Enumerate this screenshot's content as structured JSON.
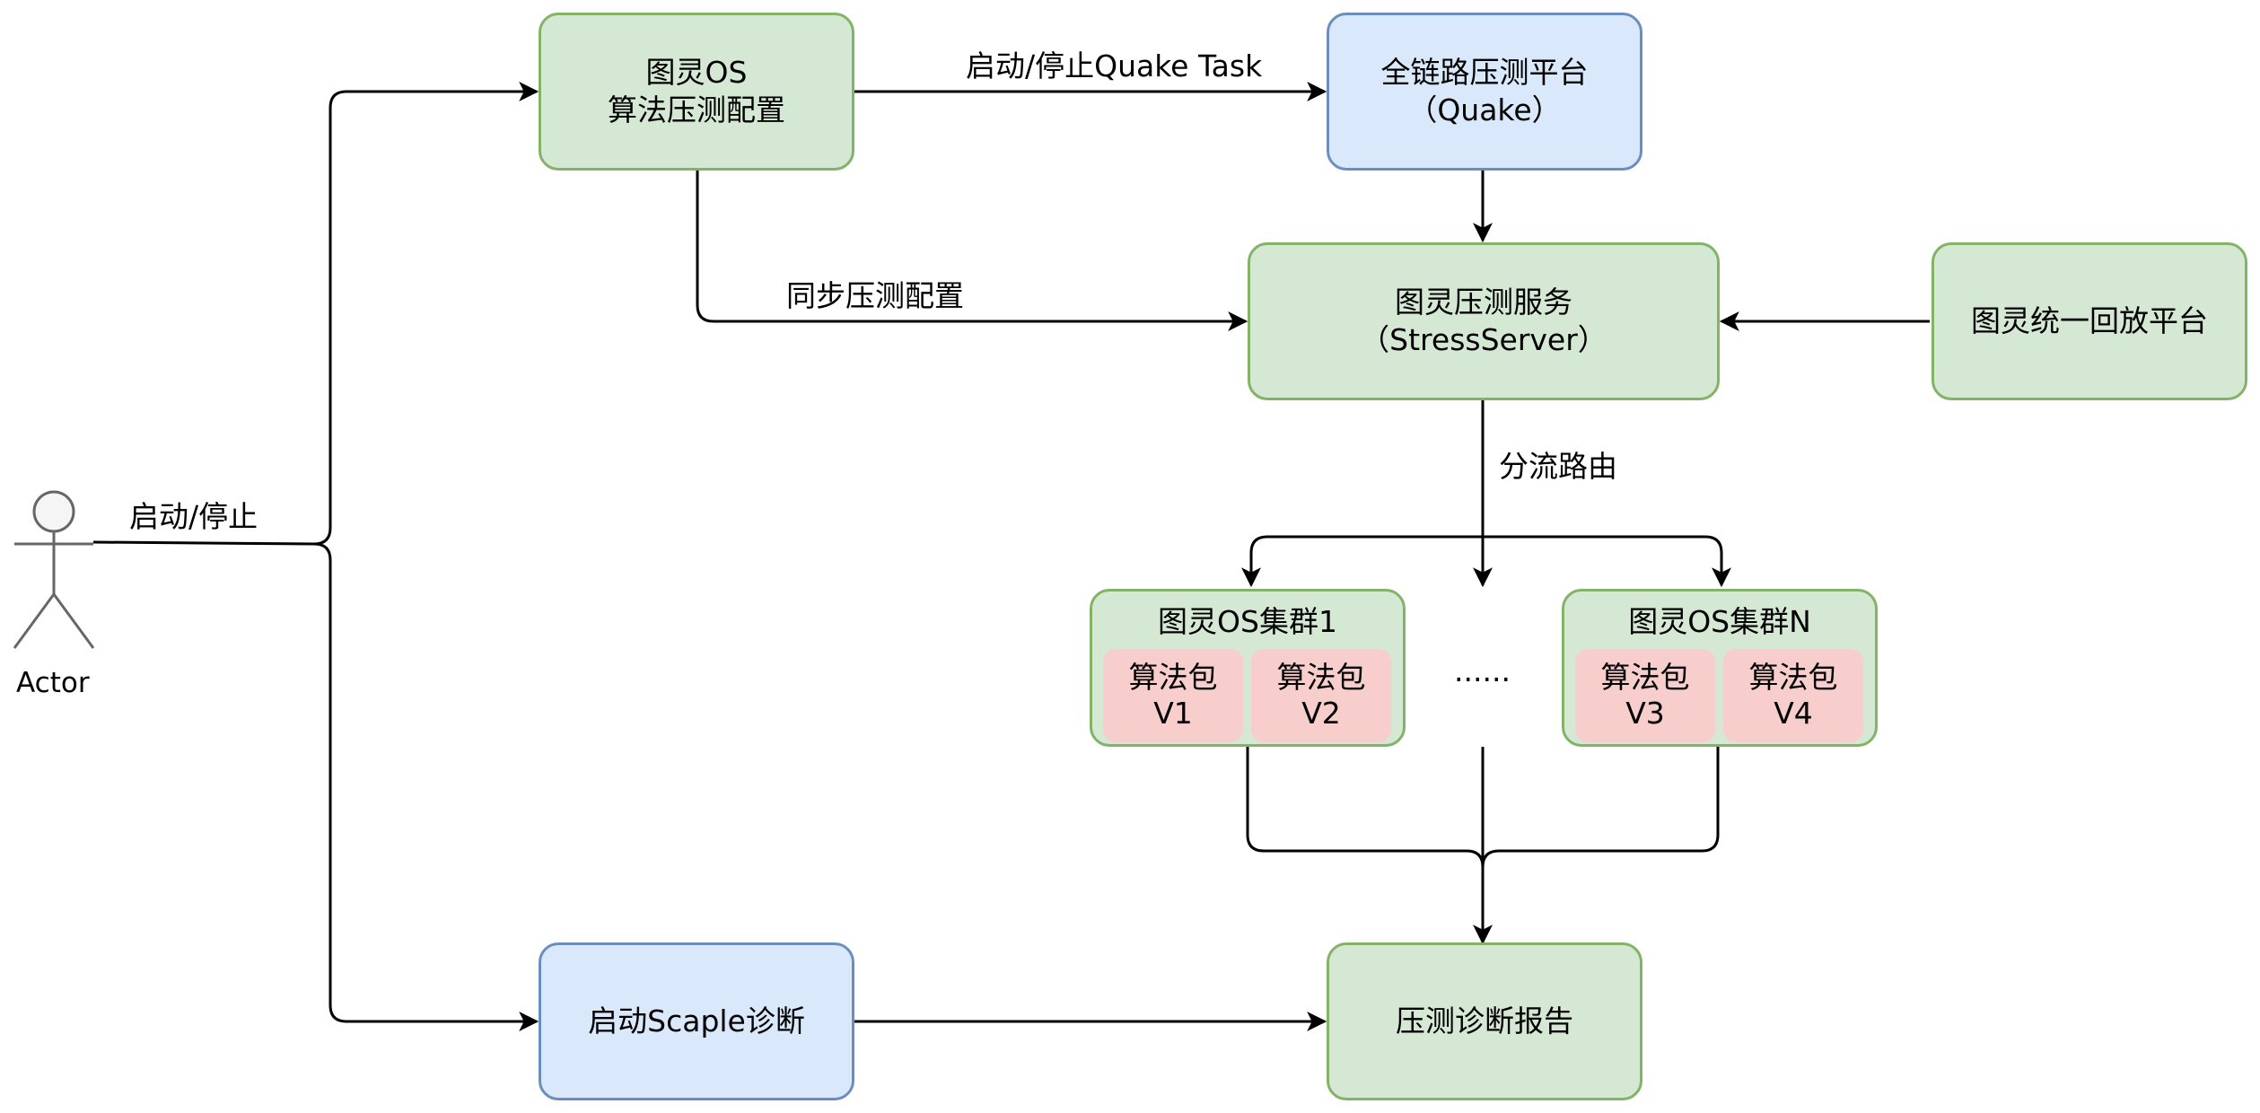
{
  "nodes": {
    "turing_os_config": {
      "line1": "图灵OS",
      "line2": "算法压测配置"
    },
    "quake": {
      "line1": "全链路压测平台",
      "line2": "（Quake）"
    },
    "stress_server": {
      "line1": "图灵压测服务",
      "line2": "（StressServer）"
    },
    "replay_platform": {
      "label": "图灵统一回放平台"
    },
    "scaple": {
      "label": "启动Scaple诊断"
    },
    "report": {
      "label": "压测诊断报告"
    }
  },
  "clusters": [
    {
      "title": "图灵OS集群1",
      "packages": [
        {
          "line1": "算法包",
          "line2": "V1"
        },
        {
          "line1": "算法包",
          "line2": "V2"
        }
      ]
    },
    {
      "title": "图灵OS集群N",
      "packages": [
        {
          "line1": "算法包",
          "line2": "V3"
        },
        {
          "line1": "算法包",
          "line2": "V4"
        }
      ]
    }
  ],
  "ellipsis": "......",
  "edges": {
    "actor_start_stop": "启动/停止",
    "start_stop_quake": "启动/停止Quake Task",
    "sync_config": "同步压测配置",
    "split_routing": "分流路由"
  },
  "actor": {
    "label": "Actor"
  },
  "colors": {
    "green_fill": "#d5e8d4",
    "green_border": "#82b366",
    "blue_fill": "#dae8fc",
    "blue_border": "#6c8ebf",
    "red_fill": "#f8cecc",
    "red_border": "#b85450"
  }
}
